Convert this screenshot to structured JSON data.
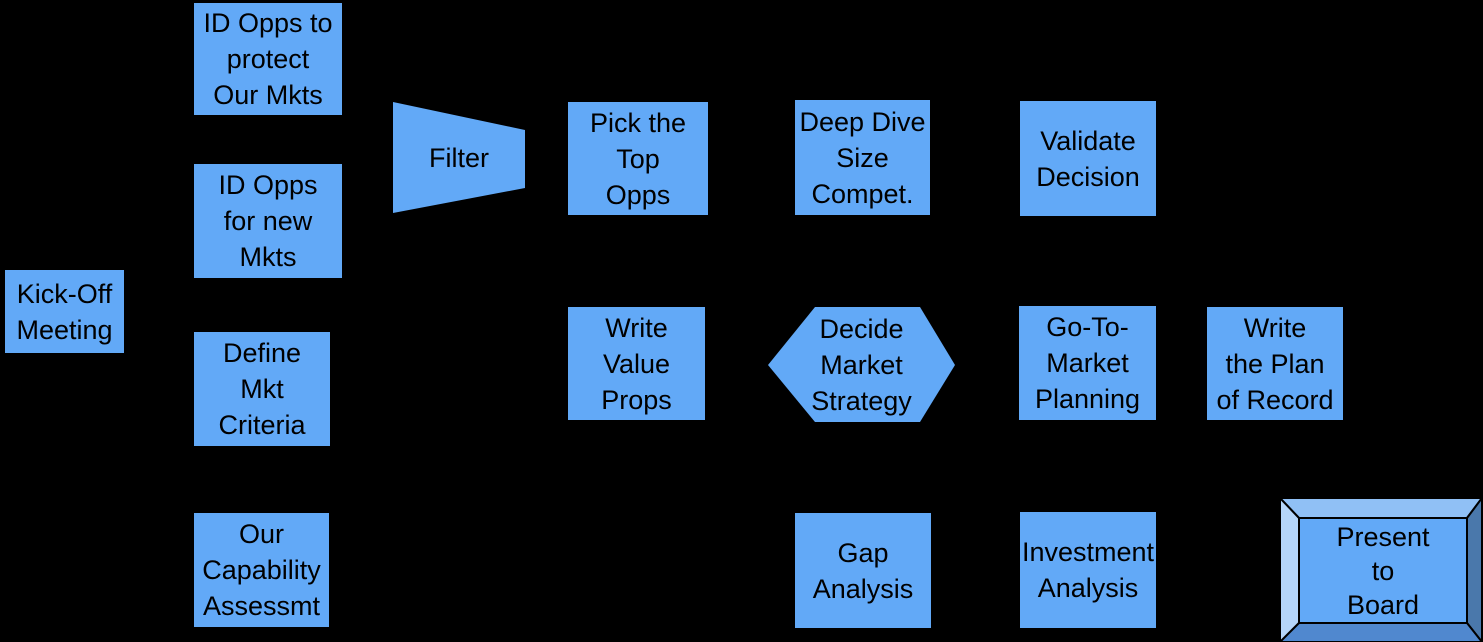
{
  "colors": {
    "background": "#000000",
    "node_fill": "#62a9f7",
    "node_text": "#000000",
    "bevel_top": "#90c0f5",
    "bevel_left": "#b5d6fa",
    "bevel_right": "#4a78ab",
    "bevel_bottom": "#5088cf",
    "bevel_outline": "#000000"
  },
  "nodes": {
    "kickoff": {
      "shape": "rect",
      "label": "Kick-Off\nMeeting"
    },
    "opps_protect": {
      "shape": "rect",
      "label": "ID Opps to\nprotect\nOur Mkts"
    },
    "opps_new": {
      "shape": "rect",
      "label": "ID Opps\nfor new\nMkts"
    },
    "define_criteria": {
      "shape": "rect",
      "label": "Define\nMkt\nCriteria"
    },
    "capability": {
      "shape": "rect",
      "label": "Our\nCapability\nAssessmt"
    },
    "filter": {
      "shape": "trapezoid",
      "label": "Filter"
    },
    "pick_top": {
      "shape": "rect",
      "label": "Pick the\nTop\nOpps"
    },
    "deep_dive": {
      "shape": "rect",
      "label": "Deep Dive\nSize\nCompet."
    },
    "validate": {
      "shape": "rect",
      "label": "Validate\nDecision"
    },
    "write_value": {
      "shape": "rect",
      "label": "Write\nValue\nProps"
    },
    "decide_strategy": {
      "shape": "hexagon",
      "label": "Decide\nMarket\nStrategy"
    },
    "gtm": {
      "shape": "rect",
      "label": "Go-To-\nMarket\nPlanning"
    },
    "write_plan": {
      "shape": "rect",
      "label": "Write\nthe Plan\nof Record"
    },
    "gap": {
      "shape": "rect",
      "label": "Gap\nAnalysis"
    },
    "investment": {
      "shape": "rect",
      "label": "Investment\nAnalysis"
    },
    "present": {
      "shape": "bevel-3d",
      "label": "Present\nto\nBoard"
    }
  }
}
